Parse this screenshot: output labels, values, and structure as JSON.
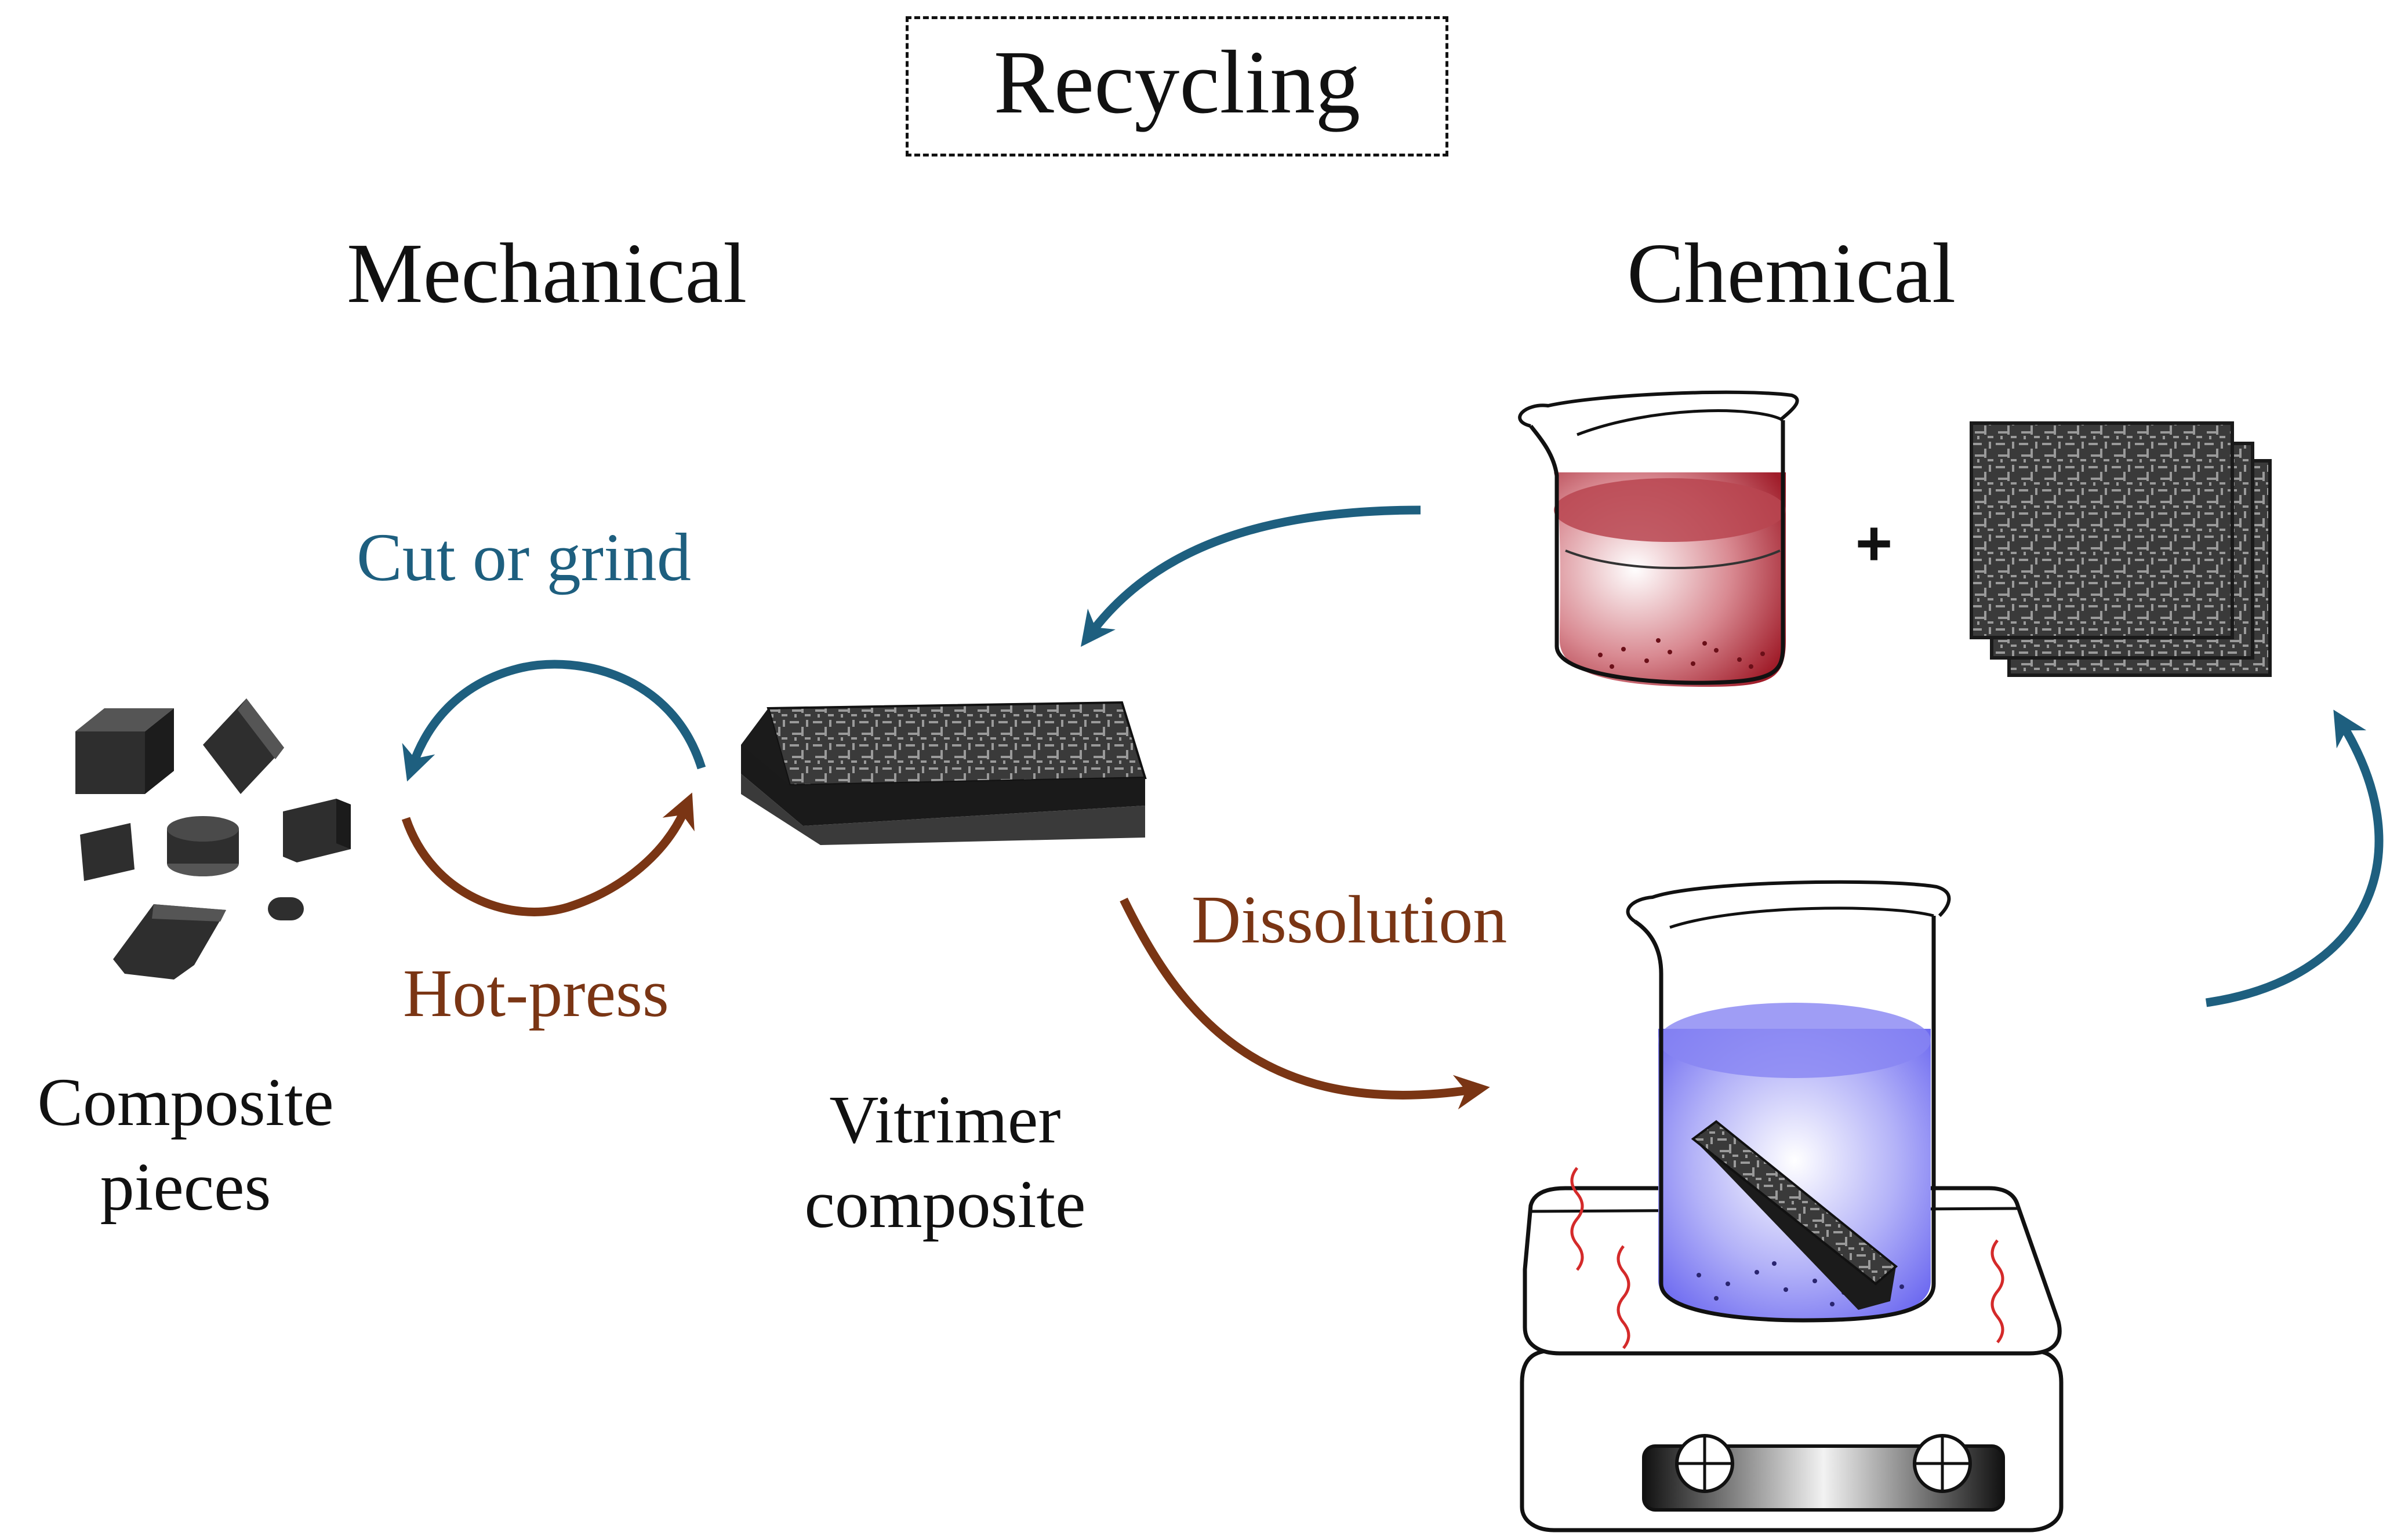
{
  "title": "Recycling",
  "sections": {
    "mechanical": "Mechanical",
    "chemical": "Chemical"
  },
  "steps": {
    "cut_or_grind": "Cut or grind",
    "hot_press": "Hot-press",
    "dissolution": "Dissolution"
  },
  "captions": {
    "composite_pieces_line1": "Composite",
    "composite_pieces_line2": "pieces",
    "vitrimer_line1": "Vitrimer",
    "vitrimer_line2": "composite"
  },
  "plus_sign": "+",
  "colors": {
    "blue_arrow": "#1e5f7f",
    "brown_arrow": "#7a3514",
    "dark_solid": "#2b2b2b",
    "red_solution": "#b5323c",
    "blue_solution": "#6f6cf0",
    "heat_wave": "#d42a2a"
  },
  "icons": [
    "composite-pieces-icon",
    "vitrimer-composite-icon",
    "beaker-red-solution-icon",
    "carbon-fiber-sheets-icon",
    "beaker-blue-solution-icon",
    "hot-plate-icon",
    "heat-wave-icon"
  ]
}
